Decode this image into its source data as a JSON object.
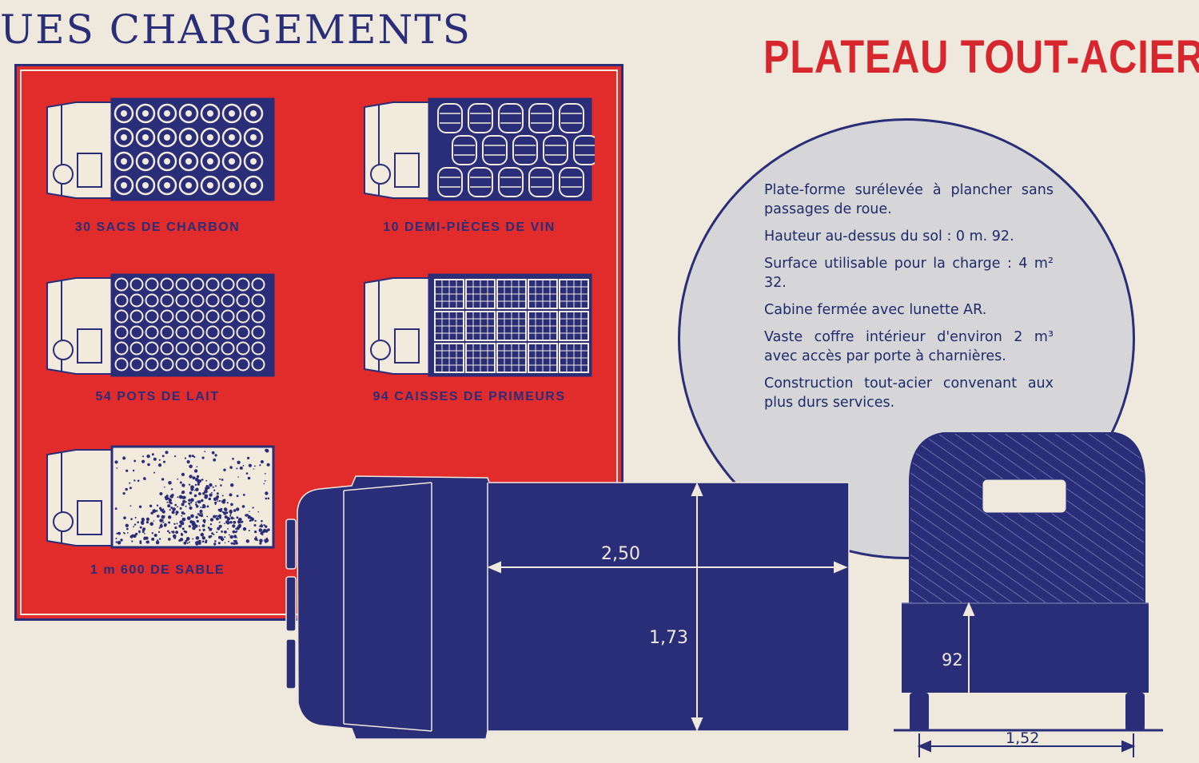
{
  "header": {
    "left_title": "UES CHARGEMENTS",
    "right_title": "PLATEAU TOUT-ACIER"
  },
  "loads": [
    {
      "label": "30 SACS DE CHARBON",
      "pattern": "sacks"
    },
    {
      "label": "10 DEMI-PIÈCES DE VIN",
      "pattern": "barrels"
    },
    {
      "label": "54 POTS DE LAIT",
      "pattern": "milk-pots"
    },
    {
      "label": "94 CAISSES DE PRIMEURS",
      "pattern": "crates"
    },
    {
      "label": "1 m 600 DE SABLE",
      "pattern": "sand"
    }
  ],
  "specs": [
    "Plate-forme surélevée à plancher sans passages de roue.",
    "Hauteur au-dessus du sol : 0 m. 92.",
    "Surface utilisable pour la charge : 4 m² 32.",
    "Cabine fermée avec lunette AR.",
    "Vaste coffre intérieur d'environ 2 m³ avec accès par porte à charnières.",
    "Construction tout-acier convenant aux plus durs services."
  ],
  "dimensions": {
    "length": "2,50",
    "width": "1,73",
    "height": "92",
    "track": "1,52"
  },
  "colors": {
    "navy": "#2a2d78",
    "red": "#e22b2b",
    "paper": "#efe9dd",
    "circle": "#d6d6d8"
  }
}
